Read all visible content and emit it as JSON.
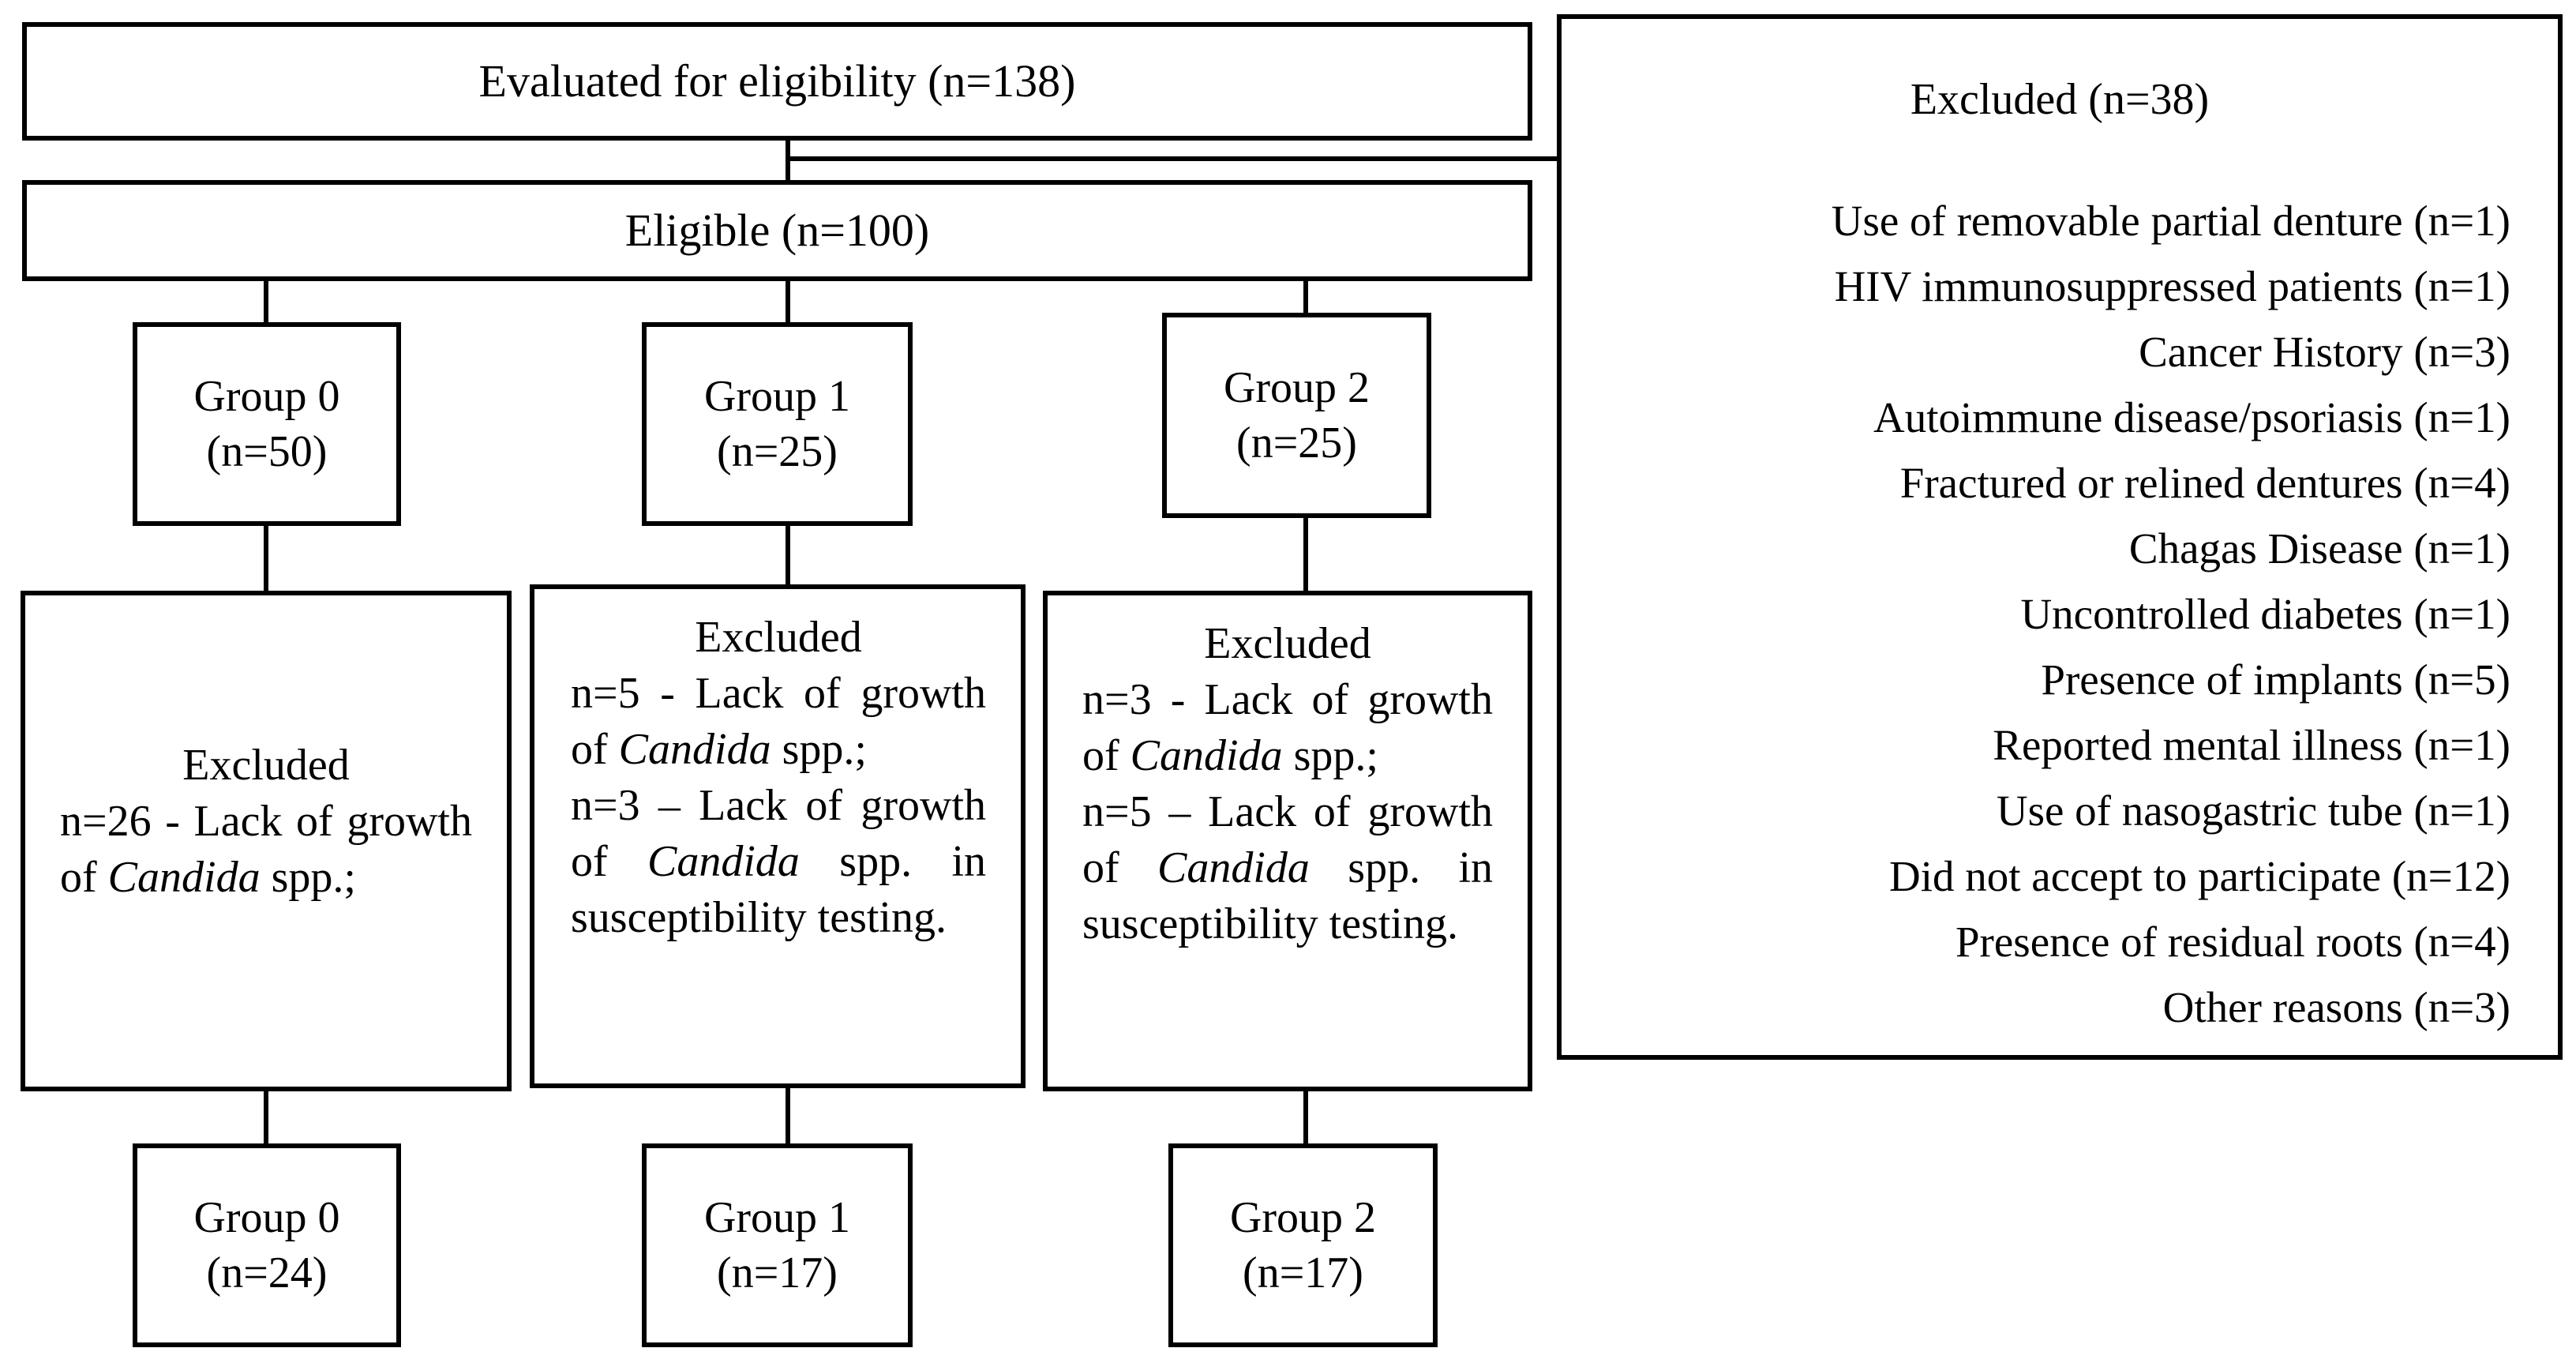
{
  "evaluated": {
    "label": "Evaluated for eligibility (n=138)"
  },
  "eligible": {
    "label": "Eligible (n=100)"
  },
  "excluded_main": {
    "title": "Excluded (n=38)",
    "reasons": [
      "Use of removable partial denture (n=1)",
      "HIV immunosuppressed patients (n=1)",
      "Cancer History (n=3)",
      "Autoimmune disease/psoriasis (n=1)",
      "Fractured or relined dentures (n=4)",
      "Chagas Disease (n=1)",
      "Uncontrolled diabetes (n=1)",
      "Presence of implants (n=5)",
      "Reported mental illness (n=1)",
      "Use of nasogastric tube (n=1)",
      "Did not accept to participate (n=12)",
      "Presence of residual roots (n=4)",
      "Other reasons (n=3)"
    ]
  },
  "groups": [
    {
      "name": "Group 0",
      "n": "(n=50)",
      "final_name": "Group 0",
      "final_n": "(n=24)"
    },
    {
      "name": "Group 1",
      "n": "(n=25)",
      "final_name": "Group 1",
      "final_n": "(n=17)"
    },
    {
      "name": "Group 2",
      "n": "(n=25)",
      "final_name": "Group 2",
      "final_n": "(n=17)"
    }
  ],
  "group_exclusions": [
    {
      "title": "Excluded",
      "line1_a": "n=26 - Lack of growth of ",
      "line1_italic": "Candida",
      "line1_b": " spp.;"
    },
    {
      "title": "Excluded",
      "line1_a": "n=5 - Lack of growth of ",
      "line1_italic": "Candida",
      "line1_b": " spp.;",
      "line2_a": "n=3 – Lack of growth of ",
      "line2_italic": "Candida",
      "line2_b": " spp. in susceptibility testing."
    },
    {
      "title": "Excluded",
      "line1_a": "n=3 - Lack of growth of ",
      "line1_italic": "Candida",
      "line1_b": " spp.;",
      "line2_a": "n=5 – Lack of growth of ",
      "line2_italic": "Candida",
      "line2_b": " spp. in susceptibility testing."
    }
  ]
}
